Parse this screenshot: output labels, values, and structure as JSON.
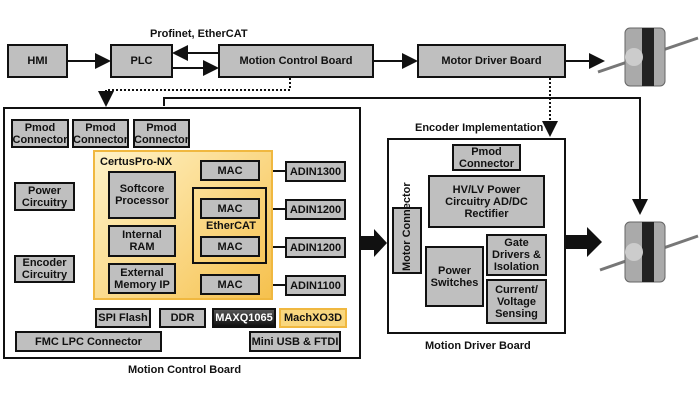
{
  "top": {
    "hmi": "HMI",
    "plc": "PLC",
    "protocol": "Profinet, EtherCAT",
    "mcb": "Motion Control Board",
    "mdb": "Motor Driver Board"
  },
  "mcb": {
    "label": "Motion Control Board",
    "pmod": [
      "Pmod Connector",
      "Pmod Connector",
      "Pmod Connector"
    ],
    "power": "Power Circuitry",
    "encoder": "Encoder Circuitry",
    "fpga": {
      "label": "CertusPro-NX",
      "softcore": "Softcore Processor",
      "ram": "Internal RAM",
      "extmem": "External Memory IP",
      "ethercat": "EtherCAT",
      "macs": [
        "MAC",
        "MAC",
        "MAC",
        "MAC"
      ]
    },
    "phys": [
      "ADIN1300",
      "ADIN1200",
      "ADIN1200",
      "ADIN1100"
    ],
    "spi": "SPI Flash",
    "ddr": "DDR",
    "maxq": "MAXQ1065",
    "machxo": "MachXO3D",
    "fmc": "FMC LPC Connector",
    "usb": "Mini USB & FTDI"
  },
  "mdb": {
    "label": "Motion Driver Board",
    "top_label": "Encoder Implementation",
    "pmod": "Pmod Connector",
    "hvlv": "HV/LV Power Circuitry AD/DC Rectifier",
    "motor_conn": "Motor Connector",
    "switches": "Power Switches",
    "gate": "Gate Drivers & Isolation",
    "sensing": "Current/ Voltage Sensing"
  },
  "colors": {
    "box": "#bfbfbf",
    "fpga": "#f7c75a",
    "machxo": "#f9d77e",
    "maxq": "#222222"
  }
}
